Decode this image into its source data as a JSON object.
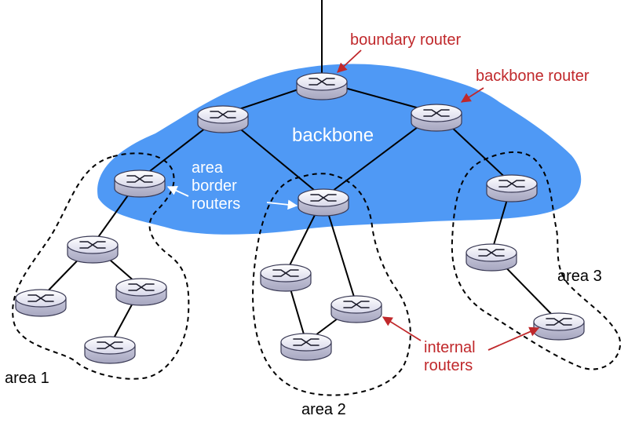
{
  "labels": {
    "boundary_router": "boundary router",
    "backbone_router": "backbone router",
    "backbone": "backbone",
    "area_border_line1": "area",
    "area_border_line2": "border",
    "area_border_line3": "routers",
    "internal_line1": "internal",
    "internal_line2": "routers",
    "area1": "area 1",
    "area2": "area 2",
    "area3": "area 3"
  },
  "colors": {
    "backbone_fill": "#4f99f5",
    "annotation_red": "#c0282b",
    "router_body": "#e6e6f2",
    "router_outline": "#3a3a55"
  },
  "icons": {
    "router": "router-icon"
  }
}
